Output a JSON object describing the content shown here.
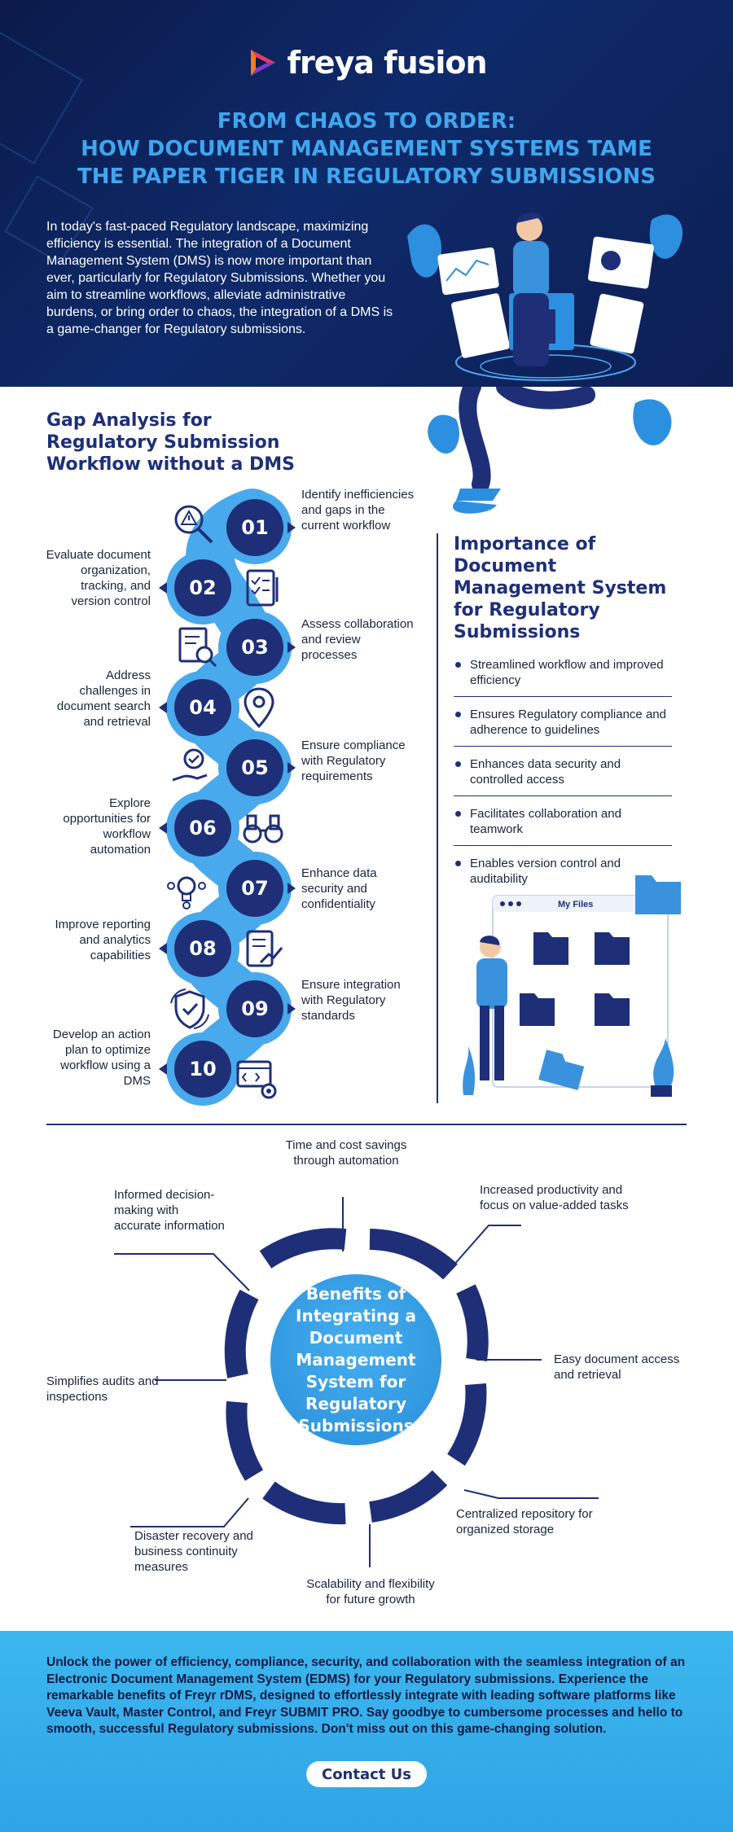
{
  "brand": {
    "name": "freya fusion"
  },
  "title": {
    "line1": "FROM CHAOS TO ORDER:",
    "line2": "HOW DOCUMENT MANAGEMENT SYSTEMS TAME",
    "line3": "THE PAPER TIGER IN REGULATORY SUBMISSIONS"
  },
  "intro": "In today's fast-paced Regulatory landscape, maximizing efficiency is essential. The integration of a Document Management System (DMS) is now more important than ever, particularly for Regulatory Submissions. Whether you aim to streamline workflows, alleviate administrative burdens, or bring order to chaos, the integration of a DMS is a game-changer for Regulatory submissions.",
  "gap": {
    "title": "Gap Analysis for Regulatory Submission Workflow without a DMS",
    "steps": [
      {
        "num": "01",
        "text": "Identify inefficiencies and gaps in the current workflow",
        "icon": "magnifier-warning-icon"
      },
      {
        "num": "02",
        "text": "Evaluate document organization, tracking, and version control",
        "icon": "checklist-icon"
      },
      {
        "num": "03",
        "text": "Assess collaboration and review processes",
        "icon": "document-search-icon"
      },
      {
        "num": "04",
        "text": "Address challenges in document search and retrieval",
        "icon": "location-pin-icon"
      },
      {
        "num": "05",
        "text": "Ensure compliance with Regulatory requirements",
        "icon": "hand-check-icon"
      },
      {
        "num": "06",
        "text": "Explore opportunities for workflow automation",
        "icon": "binoculars-icon"
      },
      {
        "num": "07",
        "text": "Enhance data security and confidentiality",
        "icon": "lightbulb-gear-icon"
      },
      {
        "num": "08",
        "text": "Improve reporting and analytics capabilities",
        "icon": "report-chart-icon"
      },
      {
        "num": "09",
        "text": "Ensure integration with Regulatory standards",
        "icon": "shield-check-icon"
      },
      {
        "num": "10",
        "text": "Develop an action plan to optimize workflow using a DMS",
        "icon": "code-gear-icon"
      }
    ]
  },
  "importance": {
    "title": "Importance of Document Management System for Regulatory Submissions",
    "items": [
      "Streamlined workflow and improved efficiency",
      "Ensures Regulatory compliance and adherence to guidelines",
      "Enhances data security and controlled access",
      "Facilitates collaboration and teamwork",
      "Enables version control and auditability"
    ],
    "illustration_label": "My Files"
  },
  "benefits": {
    "center": "Benefits of Integrating a Document Management System for Regulatory Submissions",
    "items": [
      "Time and cost savings through automation",
      "Increased productivity and focus on value-added tasks",
      "Easy document access and retrieval",
      "Centralized repository for organized storage",
      "Scalability and flexibility for future growth",
      "Disaster recovery and business continuity measures",
      "Simplifies audits and inspections",
      "Informed decision-making with accurate information"
    ]
  },
  "footer": {
    "text": "Unlock the power of efficiency, compliance, security, and collaboration with the seamless integration of an Electronic Document Management System (EDMS) for your Regulatory submissions. Experience the remarkable benefits of Freyr rDMS, designed to effortlessly integrate with leading software platforms like Veeva Vault, Master Control, and Freyr SUBMIT PRO. Say goodbye to cumbersome processes and hello to smooth, successful Regulatory submissions. Don't miss out on this game-changing solution.",
    "cta": "Contact Us"
  },
  "colors": {
    "navy": "#1e2f78",
    "sky": "#48a9ec",
    "header_bg": "#0b1a4a",
    "title_blue": "#3fa6ee"
  }
}
